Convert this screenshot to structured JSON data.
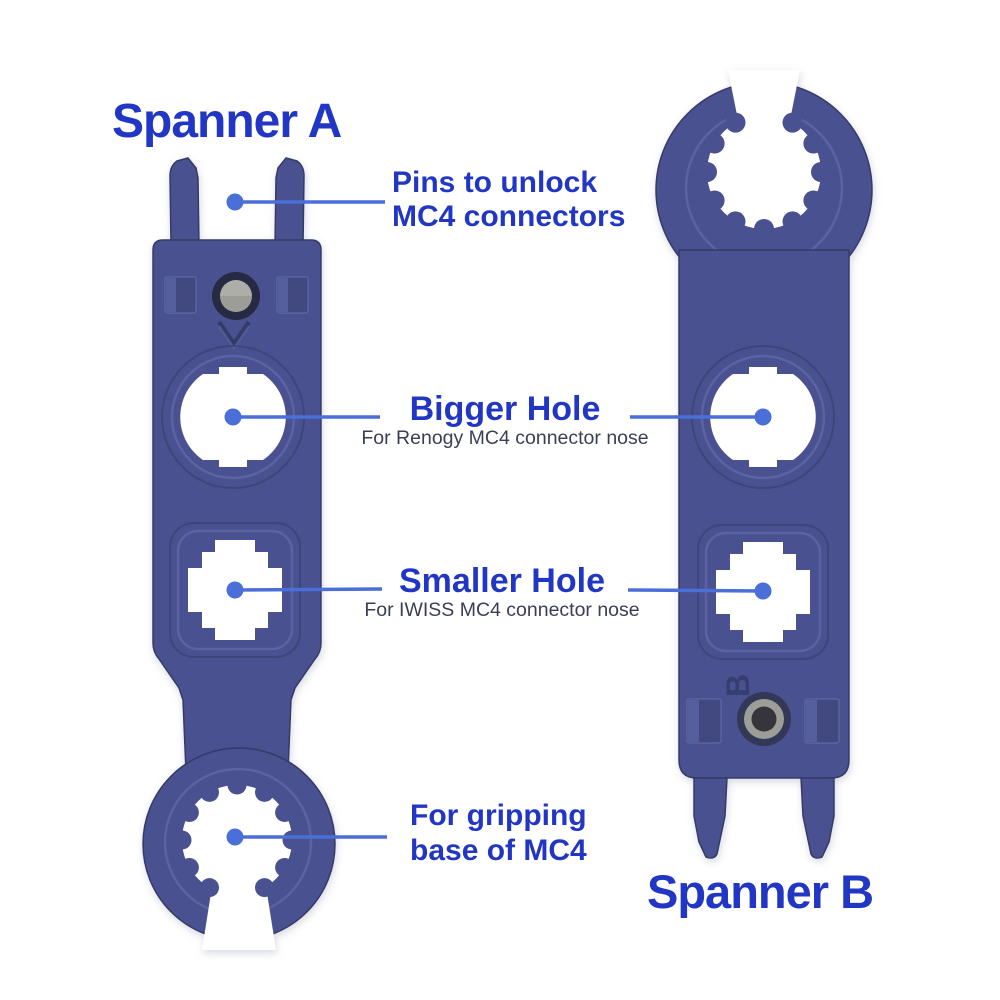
{
  "titles": {
    "spanner_a": "Spanner A",
    "spanner_b": "Spanner B"
  },
  "annotations": {
    "pins": {
      "line1": "Pins to unlock",
      "line2": "MC4 connectors"
    },
    "bigger_hole": {
      "title": "Bigger Hole",
      "subtitle": "For Renogy MC4 connector nose"
    },
    "smaller_hole": {
      "title": "Smaller Hole",
      "subtitle": "For IWISS MC4 connector nose"
    },
    "gripping": {
      "line1": "For gripping",
      "line2": "base of MC4"
    }
  },
  "embossed_marks": {
    "spanner_a": "arrow-down-mark",
    "spanner_b": "B"
  },
  "colors": {
    "label_blue": "#2136c4",
    "leader_blue": "#4a6fd8",
    "subtitle_color": "#3a3f55",
    "body_color": "#4a5190",
    "body_dark": "#343a68",
    "body_light": "#5f66a8",
    "pin_gray": "#aeaea8",
    "bg": "#ffffff"
  }
}
